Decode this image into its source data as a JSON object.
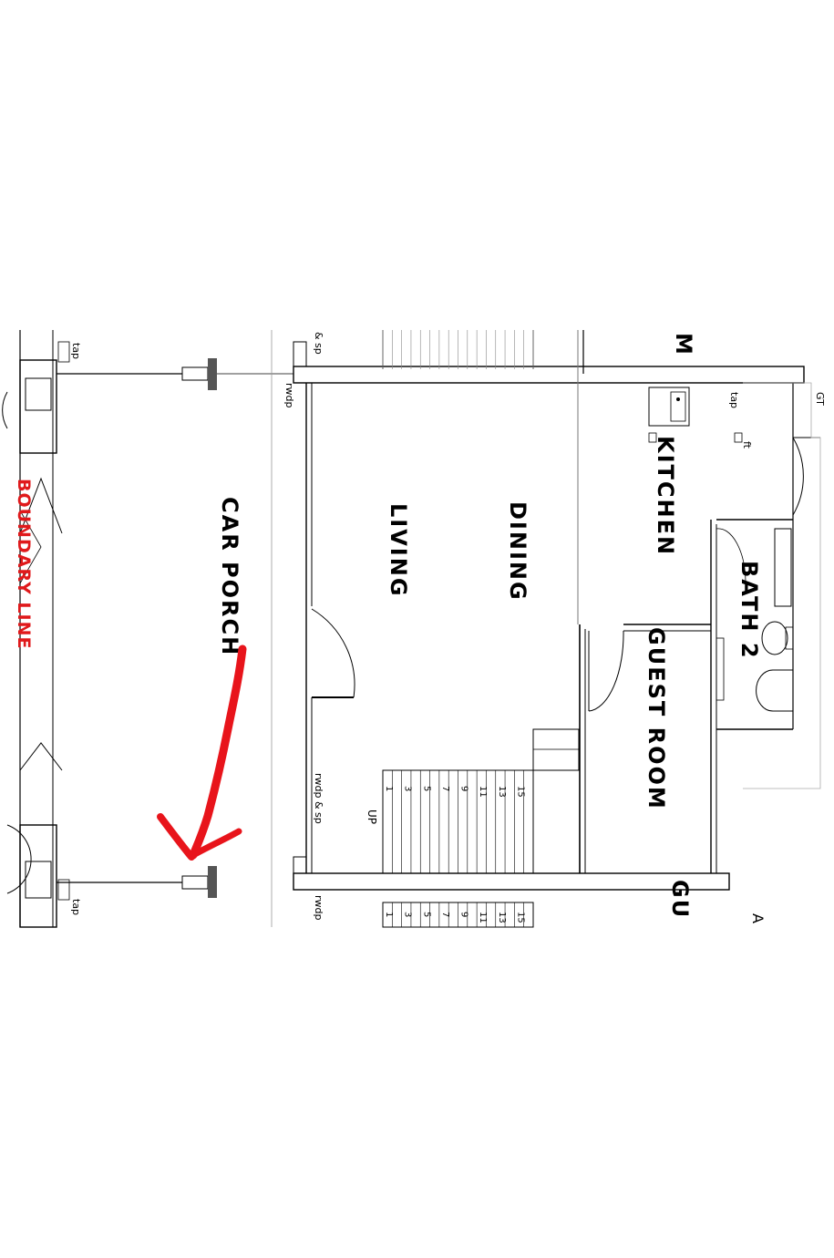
{
  "rooms": {
    "car_porch": "CAR PORCH",
    "living": "LIVING",
    "dining": "DINING",
    "kitchen": "KITCHEN",
    "bath2": "BATH 2",
    "guest_room": "GUEST ROOM"
  },
  "boundary_label": "BOUNDARY LINE",
  "fragments": {
    "m": "M",
    "gu": "GU",
    "a": "A"
  },
  "fixtures": {
    "tap": "tap",
    "ft": "ft",
    "gt": "GT",
    "rwdp": "rwdp",
    "rwdp_sp": "rwdp & sp",
    "sp": "& sp",
    "up": "UP"
  },
  "stair_numbers": [
    "1",
    "3",
    "5",
    "7",
    "9",
    "11",
    "13",
    "15"
  ],
  "colors": {
    "boundary": "#e0191b",
    "arrow": "#e8141b",
    "lines": "#000000",
    "column": "#555555"
  },
  "annotation": {
    "arrow_icon": "hand-drawn-red-arrow",
    "points_to": "porch-gate-post"
  }
}
